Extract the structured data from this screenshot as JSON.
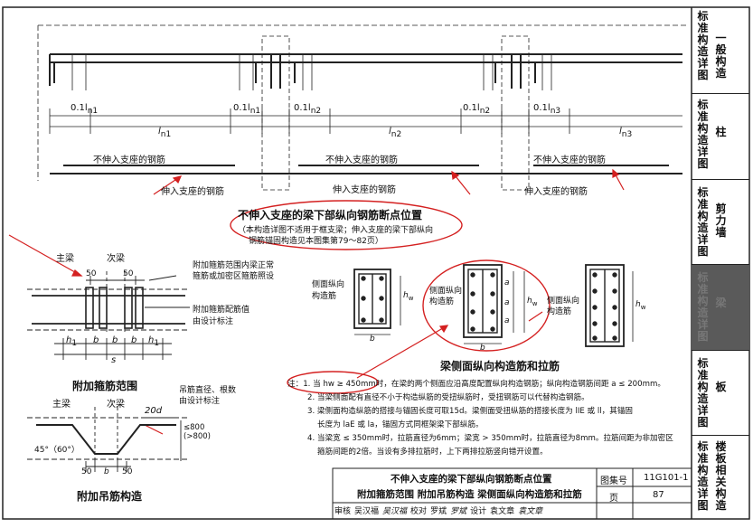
{
  "top_diagram": {
    "labels_01": [
      "0.1l",
      "0.1l",
      "0.1l",
      "0.1l",
      "0.1l"
    ],
    "label_01_subs": [
      "n1",
      "n1",
      "n2",
      "n2",
      "n3"
    ],
    "span_labels": [
      "l",
      "l",
      "l"
    ],
    "span_subs": [
      "n1",
      "n2",
      "n3"
    ],
    "not_into_support": "不伸入支座的钢筋",
    "into_support": "伸入支座的钢筋",
    "title": "不伸入支座的梁下部纵向钢筋断点位置",
    "note_line1": "（本构造详图不适用于框支梁；伸入支座的梁下部纵向",
    "note_line2": "钢筋锚固构造见本图集第79～82页）"
  },
  "stirrup_section": {
    "main_beam": "主梁",
    "secondary_beam": "次梁",
    "dim_50_left": "50",
    "dim_50_right": "50",
    "note_top_line1": "附加箍筋范围内梁正常",
    "note_top_line2": "箍筋或加密区箍筋照设",
    "note_bottom_line1": "附加箍筋配筋值",
    "note_bottom_line2": "由设计标注",
    "dims_bottom": [
      "h",
      "b",
      "b",
      "b",
      "h"
    ],
    "dim_s": "s",
    "title": "附加箍筋范围"
  },
  "hanger_section": {
    "note_line1": "吊筋直径、根数",
    "note_line2": "由设计标注",
    "main_beam": "主梁",
    "secondary_beam": "次梁",
    "dim_20d": "20d",
    "angle": "45°（60°）",
    "height_note": "≤800 (>800)",
    "dims_bottom": [
      "50",
      "b",
      "50"
    ],
    "title": "附加吊筋构造"
  },
  "side_rebar_section": {
    "label_left_line1": "侧面纵向",
    "label_left_line2": "构造筋",
    "label_mid_line1": "侧面纵向",
    "label_mid_line2": "构造筋",
    "label_right_line1": "侧面纵向",
    "label_right_line2": "构造筋",
    "dim_a": "a",
    "dim_hw": "h",
    "dim_b": "b",
    "title": "梁侧面纵向构造筋和拉筋"
  },
  "notes": {
    "line1": "注：1. 当 hw ≥ 450mm时，在梁的两个侧面应沿高度配置纵向构造钢筋；纵向构造钢筋间距 a ≤ 200mm。",
    "line2": "2. 当梁侧面配有直径不小于构造纵筋的受扭纵筋时，受扭钢筋可以代替构造钢筋。",
    "line3": "3. 梁侧面构造纵筋的搭接与锚固长度可取15d。梁侧面受扭纵筋的搭接长度为 lIE 或 ll，其锚固",
    "line3b": "长度为 laE 或 la，锚固方式同框架梁下部纵筋。",
    "line4": "4. 当梁宽 ≤ 350mm时，拉筋直径为6mm；梁宽 > 350mm时，拉筋直径为8mm。拉筋间距为非加密区",
    "line4b": "箍筋间距的2倍。当设有多排拉筋时，上下两排拉筋竖向错开设置。"
  },
  "title_block": {
    "title_line1": "不伸入支座的梁下部纵向钢筋断点位置",
    "title_line2": "附加箍筋范围  附加吊筋构造  梁侧面纵向构造筋和拉筋",
    "atlas_label": "图集号",
    "atlas_no": "11G101-1",
    "review": "审核",
    "review_name": "吴汉福",
    "review_sig": "吴汉福",
    "check": "校对",
    "check_name": "罗斌",
    "check_sig": "罗斌",
    "design": "设计",
    "design_name": "袁文章",
    "design_sig": "袁文章",
    "page_label": "页",
    "page_no": "87"
  },
  "side_nav": [
    {
      "line1": "标准构造详图",
      "line2": "一般构造"
    },
    {
      "line1": "标准构造详图",
      "line2": "柱"
    },
    {
      "line1": "标准构造详图",
      "line2": "剪力墙"
    },
    {
      "line1": "标准构造详图",
      "line2": "梁"
    },
    {
      "line1": "标准构造详图",
      "line2": "板"
    },
    {
      "line1": "标准构造详图",
      "line2": "楼板相关构造"
    }
  ],
  "colors": {
    "ink": "#111111",
    "annotation": "#d42020",
    "active_tab": "#555555"
  }
}
